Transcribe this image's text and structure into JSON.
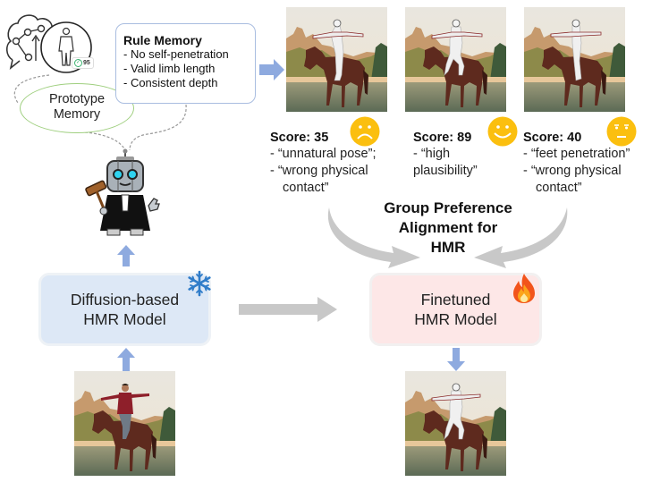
{
  "memory": {
    "rule_memory": {
      "title": "Rule Memory",
      "items": [
        "-  No self-penetration",
        "-  Valid limb length",
        "-  Consistent depth"
      ]
    },
    "prototype_memory": {
      "line1": "Prototype",
      "line2": "Memory"
    },
    "prototype_badge": "95",
    "icons": [
      "brain-graph-icon",
      "human-body-icon",
      "check-badge-icon"
    ]
  },
  "judge": {
    "icon": "robot-judge-icon",
    "tool": "gavel"
  },
  "candidates": [
    {
      "score_label": "Score: 35",
      "emoji": "sad-face",
      "feedback": [
        "-  “unnatural pose”;",
        "-  “wrong physical",
        "    contact”"
      ]
    },
    {
      "score_label": "Score: 89",
      "emoji": "smile-face",
      "feedback": [
        "- “high",
        "plausibility”"
      ]
    },
    {
      "score_label": "Score: 40",
      "emoji": "neutral-face",
      "feedback": [
        "-  “feet penetration”",
        "-  “wrong physical",
        "    contact”"
      ]
    }
  ],
  "alignment": {
    "line1": "Group Preference",
    "line2": "Alignment for",
    "line3": "HMR"
  },
  "models": {
    "base": {
      "line1": "Diffusion-based",
      "line2": "HMR Model",
      "icon": "snowflake-icon"
    },
    "finetuned": {
      "line1": "Finetuned",
      "line2": "HMR Model",
      "icon": "fire-icon"
    }
  },
  "colors": {
    "blue_arrow": "#8eaadf",
    "gray_arrow": "#c8c8c8",
    "base_box": "#dde8f6",
    "finetuned_box": "#fde7e7",
    "rule_border": "#a9bde0",
    "proto_border": "#9fcf7f",
    "emoji": "#fbbf0f",
    "snowflake": "#2f7cc9"
  }
}
